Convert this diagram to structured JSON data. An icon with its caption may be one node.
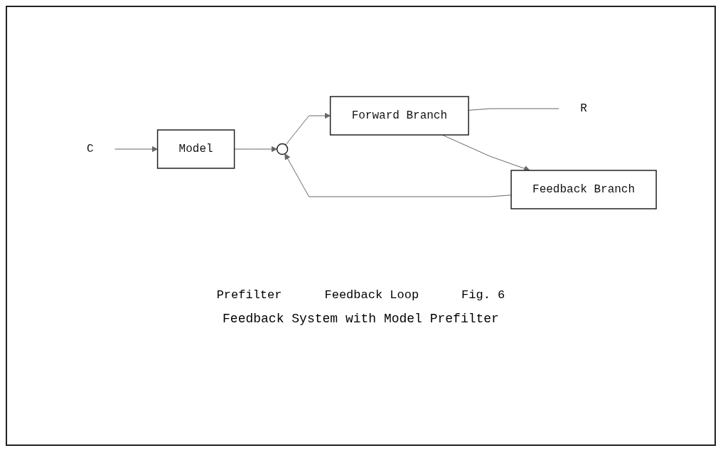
{
  "diagram": {
    "caption": "Feedback System with Model Prefilter",
    "nodes": [
      {
        "text": [
          "C"
        ]
      },
      {
        "text": [
          "Model"
        ]
      },
      {
        "text": [],
        "shape": "circle"
      },
      {
        "text": [
          "Forward Branch"
        ]
      },
      {
        "text": [
          "R"
        ]
      },
      {
        "text": [
          "Feedback Branch"
        ]
      }
    ],
    "edges": [
      {
        "from": 0,
        "to": 1,
        "arrow": "to"
      },
      {
        "from": 1,
        "to": 2,
        "arrow": "to"
      },
      {
        "from": 2,
        "to": 3,
        "arrow": "to"
      },
      {
        "from": 3,
        "to": 4,
        "arrow": "none"
      },
      {
        "from": 3,
        "to": 5,
        "arrow": "to"
      },
      {
        "from": 5,
        "to": 2,
        "arrow": "to"
      }
    ],
    "labels": [
      "Prefilter",
      "Feedback Loop",
      "Fig. 6"
    ]
  }
}
